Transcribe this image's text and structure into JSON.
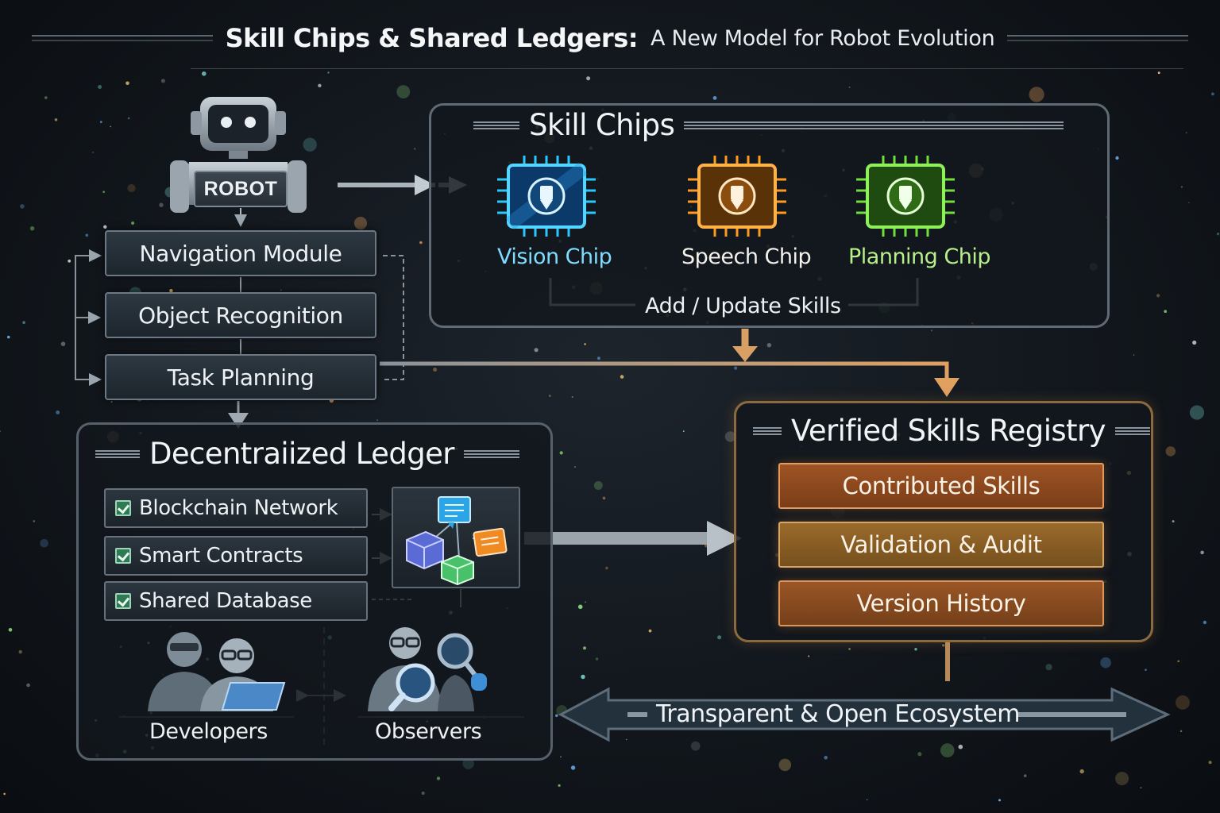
{
  "title": {
    "main": "Skill Chips & Shared Ledgers:",
    "subtitle": "A New Model for Robot Evolution"
  },
  "robot": {
    "label": "ROBOT",
    "modules": [
      "Navigation Module",
      "Object Recognition",
      "Task Planning"
    ]
  },
  "skill_chips": {
    "title": "Skill Chips",
    "chips": [
      {
        "name": "Vision Chip",
        "color": "#28c8ff"
      },
      {
        "name": "Speech Chip",
        "color": "#ff9a1e"
      },
      {
        "name": "Planning Chip",
        "color": "#6fe03a"
      }
    ],
    "caption": "Add / Update Skills"
  },
  "ledger": {
    "title": "Decentraiized Ledger",
    "items": [
      "Blockchain Network",
      "Smart Contracts",
      "Shared Database"
    ],
    "people": [
      "Developers",
      "Observers"
    ]
  },
  "registry": {
    "title": "Verified Skills Registry",
    "items": [
      "Contributed Skills",
      "Validation & Audit",
      "Version History"
    ],
    "accent": "#d8964f"
  },
  "ecosystem": {
    "label": "Transparent & Open Ecosystem"
  }
}
